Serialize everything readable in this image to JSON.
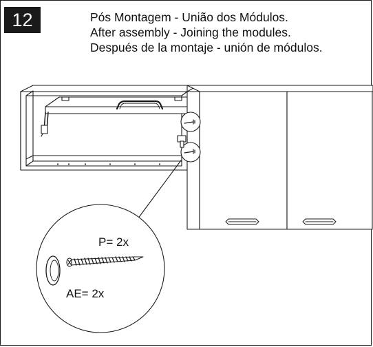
{
  "step": {
    "number": "12"
  },
  "title": {
    "lines": [
      "Pós Montagem - União dos Módulos.",
      "After assembly - Joining the modules.",
      "Después de la montaje - unión de módulos."
    ]
  },
  "callout": {
    "screw_label": "P= 2x",
    "cap_label": "AE= 2x"
  }
}
